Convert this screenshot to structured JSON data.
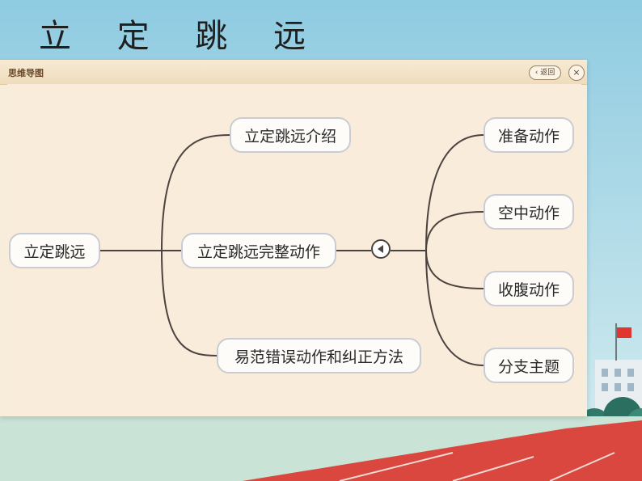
{
  "slide": {
    "title": "立 定 跳 远"
  },
  "window": {
    "title": "思维导图",
    "back_label": "返回",
    "close_symbol": "×"
  },
  "mindmap": {
    "root": "立定跳远",
    "branches": [
      "立定跳远介绍",
      "立定跳远完整动作",
      "易范错误动作和纠正方法"
    ],
    "sub_branches": [
      "准备动作",
      "空中动作",
      "收腹动作",
      "分支主题"
    ]
  },
  "colors": {
    "line": "#4b4340",
    "node_border": "#c9ccd2",
    "panel": "#f8ecda",
    "sky": "#8ecae0",
    "track": "#d9473f"
  }
}
